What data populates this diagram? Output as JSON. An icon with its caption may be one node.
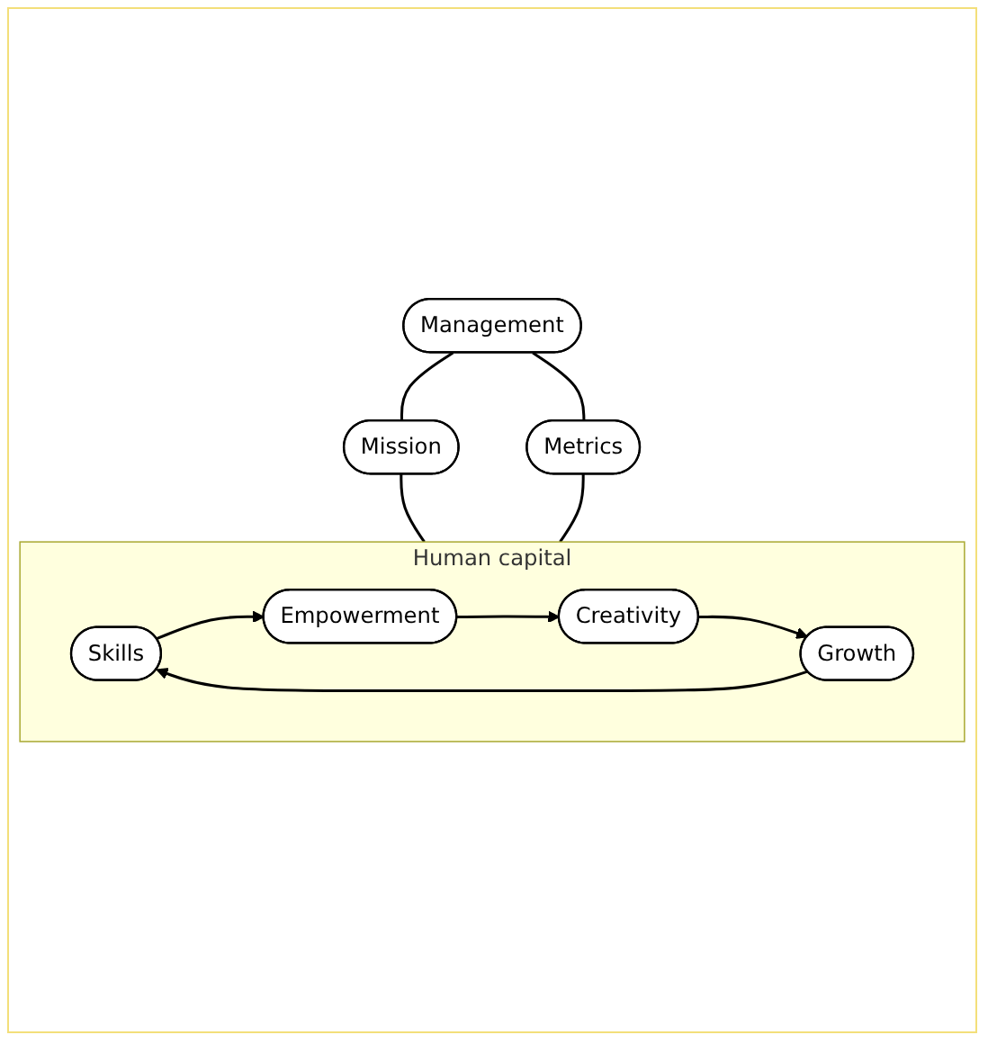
{
  "diagram": {
    "nodes": [
      {
        "text": [
          "Management"
        ]
      },
      {
        "text": [
          "Mission"
        ]
      },
      {
        "text": [
          "Metrics"
        ]
      },
      {
        "text": [
          "Human capital"
        ]
      },
      {
        "text": [
          "Skills"
        ],
        "in": 3
      },
      {
        "text": [
          "Empowerment"
        ],
        "in": 3
      },
      {
        "text": [
          "Creativity"
        ],
        "in": 3
      },
      {
        "text": [
          "Growth"
        ],
        "in": 3
      }
    ],
    "edges": [
      {
        "from": 0,
        "to": 1,
        "arrow": "none"
      },
      {
        "from": 0,
        "to": 2,
        "arrow": "none"
      },
      {
        "from": 1,
        "to": 3,
        "arrow": "none"
      },
      {
        "from": 2,
        "to": 3,
        "arrow": "none"
      },
      {
        "from": 4,
        "to": 5,
        "arrow": "to"
      },
      {
        "from": 5,
        "to": 6,
        "arrow": "to"
      },
      {
        "from": 6,
        "to": 7,
        "arrow": "to"
      },
      {
        "from": 7,
        "to": 4,
        "arrow": "to"
      }
    ]
  }
}
